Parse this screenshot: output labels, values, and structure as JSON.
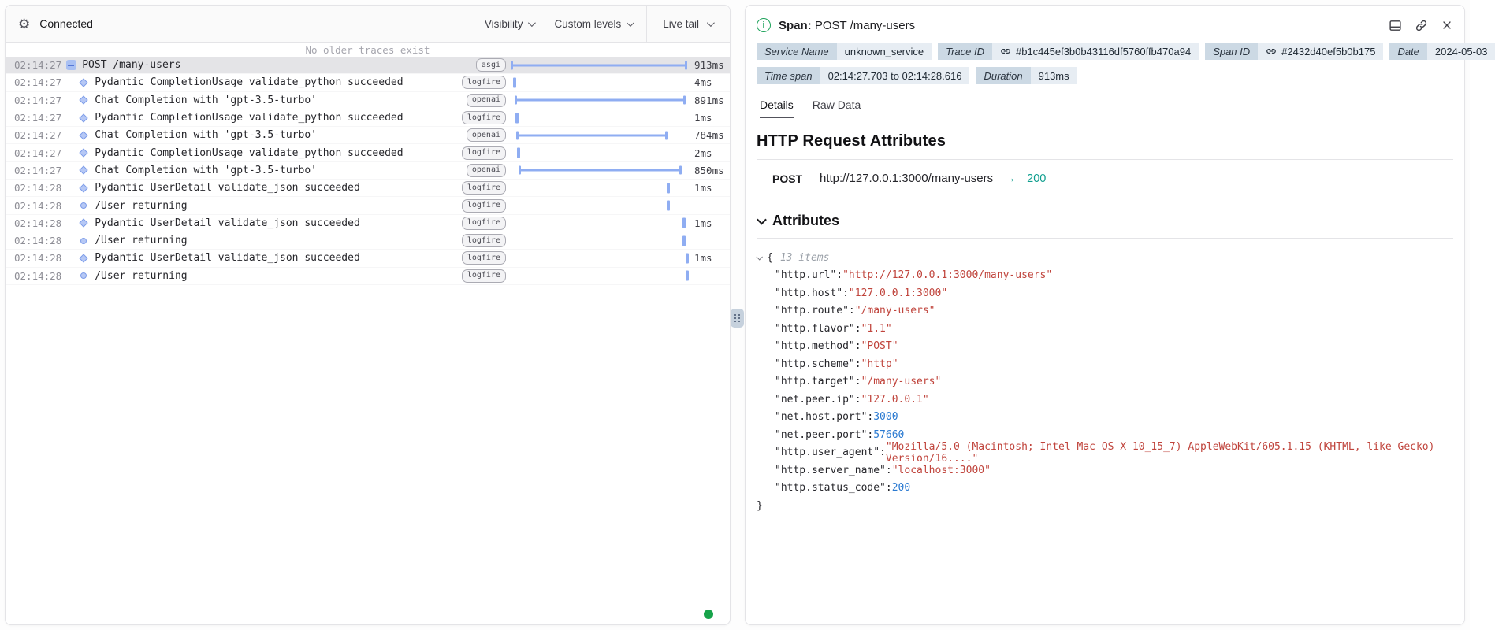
{
  "left_panel": {
    "toolbar": {
      "status": "Connected",
      "visibility_label": "Visibility",
      "custom_levels_label": "Custom levels",
      "live_tail_label": "Live tail"
    },
    "empty_notice": "No older traces exist",
    "rows": [
      {
        "time": "02:14:27",
        "icon": "collapse",
        "name": "POST /many-users",
        "tag": "asgi",
        "duration": "913ms",
        "selected": true,
        "bar": {
          "type": "span",
          "start": 0,
          "end": 100
        }
      },
      {
        "time": "02:14:27",
        "icon": "diamond",
        "name": "Pydantic CompletionUsage validate_python succeeded",
        "tag": "logfire",
        "duration": "4ms",
        "selected": false,
        "bar": {
          "type": "tick",
          "start": 1.3
        }
      },
      {
        "time": "02:14:27",
        "icon": "diamond",
        "name": "Chat Completion with 'gpt-3.5-turbo'",
        "tag": "openai",
        "duration": "891ms",
        "selected": false,
        "bar": {
          "type": "span",
          "start": 2.2,
          "end": 99.1
        }
      },
      {
        "time": "02:14:27",
        "icon": "diamond",
        "name": "Pydantic CompletionUsage validate_python succeeded",
        "tag": "logfire",
        "duration": "1ms",
        "selected": false,
        "bar": {
          "type": "tick",
          "start": 2.7
        }
      },
      {
        "time": "02:14:27",
        "icon": "diamond",
        "name": "Chat Completion with 'gpt-3.5-turbo'",
        "tag": "openai",
        "duration": "784ms",
        "selected": false,
        "bar": {
          "type": "span",
          "start": 3.1,
          "end": 88.8
        }
      },
      {
        "time": "02:14:27",
        "icon": "diamond",
        "name": "Pydantic CompletionUsage validate_python succeeded",
        "tag": "logfire",
        "duration": "2ms",
        "selected": false,
        "bar": {
          "type": "tick",
          "start": 3.6
        }
      },
      {
        "time": "02:14:27",
        "icon": "diamond",
        "name": "Chat Completion with 'gpt-3.5-turbo'",
        "tag": "openai",
        "duration": "850ms",
        "selected": false,
        "bar": {
          "type": "span",
          "start": 4.5,
          "end": 96.9
        }
      },
      {
        "time": "02:14:28",
        "icon": "diamond",
        "name": "Pydantic UserDetail validate_json succeeded",
        "tag": "logfire",
        "duration": "1ms",
        "selected": false,
        "bar": {
          "type": "tick",
          "start": 88.4
        }
      },
      {
        "time": "02:14:28",
        "icon": "circle",
        "name": "/User returning",
        "tag": "logfire",
        "duration": "",
        "selected": false,
        "bar": {
          "type": "tick",
          "start": 88.4
        }
      },
      {
        "time": "02:14:28",
        "icon": "diamond",
        "name": "Pydantic UserDetail validate_json succeeded",
        "tag": "logfire",
        "duration": "1ms",
        "selected": false,
        "bar": {
          "type": "tick",
          "start": 97.3
        }
      },
      {
        "time": "02:14:28",
        "icon": "circle",
        "name": "/User returning",
        "tag": "logfire",
        "duration": "",
        "selected": false,
        "bar": {
          "type": "tick",
          "start": 97.3
        }
      },
      {
        "time": "02:14:28",
        "icon": "diamond",
        "name": "Pydantic UserDetail validate_json succeeded",
        "tag": "logfire",
        "duration": "1ms",
        "selected": false,
        "bar": {
          "type": "tick",
          "start": 99.2
        }
      },
      {
        "time": "02:14:28",
        "icon": "circle",
        "name": "/User returning",
        "tag": "logfire",
        "duration": "",
        "selected": false,
        "bar": {
          "type": "tick",
          "start": 99.2
        }
      }
    ],
    "bar_color": "#8fadf2",
    "live_indicator_color": "#17a34a"
  },
  "right_panel": {
    "header": {
      "label": "Span:",
      "title": "POST /many-users"
    },
    "badge_rows": [
      [
        {
          "label": "Service Name",
          "value": "unknown_service",
          "link": false
        },
        {
          "label": "Trace ID",
          "value": "#b1c445ef3b0b43116df5760ffb470a94",
          "link": true
        },
        {
          "label": "Span ID",
          "value": "#2432d40ef5b0b175",
          "link": true
        },
        {
          "label": "Date",
          "value": "2024-05-03",
          "link": false
        }
      ],
      [
        {
          "label": "Time span",
          "value": "02:14:27.703 to 02:14:28.616",
          "link": false
        },
        {
          "label": "Duration",
          "value": "913ms",
          "link": false
        }
      ]
    ],
    "tabs": [
      {
        "label": "Details",
        "active": true
      },
      {
        "label": "Raw Data",
        "active": false
      }
    ],
    "section_title": "HTTP Request Attributes",
    "request": {
      "method": "POST",
      "url": "http://127.0.0.1:3000/many-users",
      "arrow": "→",
      "status_code": "200"
    },
    "attributes_title": "Attributes",
    "attributes": {
      "items_label": "13 items",
      "open_brace": "{",
      "close_brace": "}",
      "entries": [
        {
          "key": "http.url",
          "value": "http://127.0.0.1:3000/many-users",
          "type": "string"
        },
        {
          "key": "http.host",
          "value": "127.0.0.1:3000",
          "type": "string"
        },
        {
          "key": "http.route",
          "value": "/many-users",
          "type": "string"
        },
        {
          "key": "http.flavor",
          "value": "1.1",
          "type": "string"
        },
        {
          "key": "http.method",
          "value": "POST",
          "type": "string"
        },
        {
          "key": "http.scheme",
          "value": "http",
          "type": "string"
        },
        {
          "key": "http.target",
          "value": "/many-users",
          "type": "string"
        },
        {
          "key": "net.peer.ip",
          "value": "127.0.0.1",
          "type": "string"
        },
        {
          "key": "net.host.port",
          "value": "3000",
          "type": "number"
        },
        {
          "key": "net.peer.port",
          "value": "57660",
          "type": "number"
        },
        {
          "key": "http.user_agent",
          "value": "Mozilla/5.0 (Macintosh; Intel Mac OS X 10_15_7) AppleWebKit/605.1.15 (KHTML, like Gecko) Version/16....",
          "type": "string"
        },
        {
          "key": "http.server_name",
          "value": "localhost:3000",
          "type": "string"
        },
        {
          "key": "http.status_code",
          "value": "200",
          "type": "number"
        }
      ]
    },
    "colors": {
      "string": "#c0443c",
      "number": "#2b7ad1",
      "status_teal": "#0f9e8e",
      "info_green": "#1ea35b"
    }
  }
}
